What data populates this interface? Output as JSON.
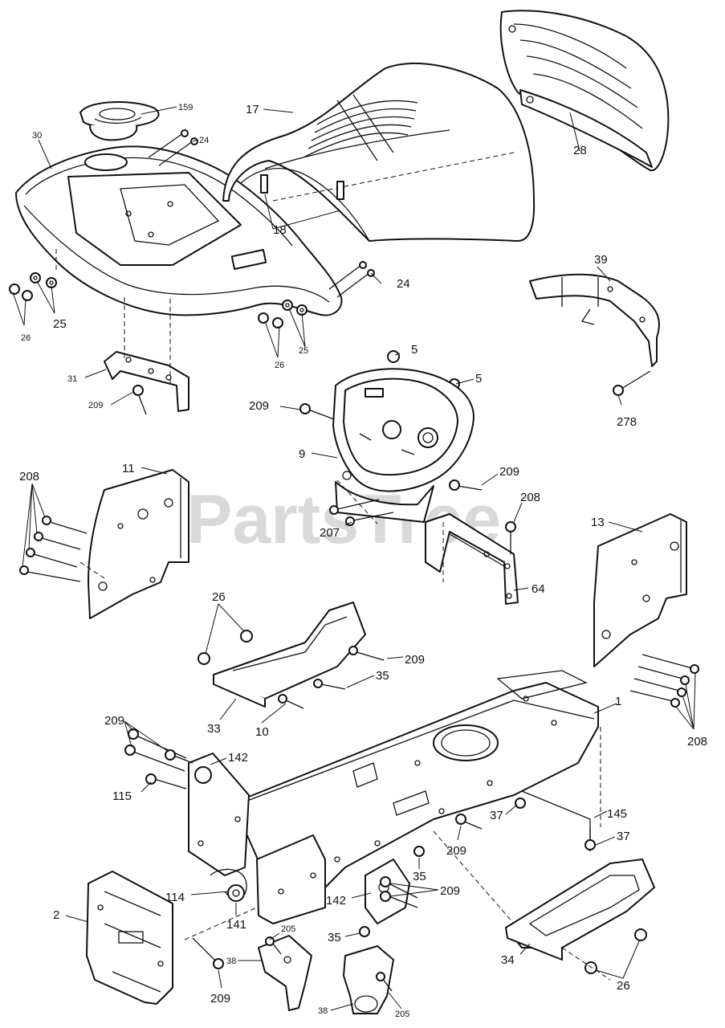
{
  "watermark": {
    "text": "PartsTree",
    "mark": "™"
  },
  "callouts": {
    "c159": "159",
    "c17": "17",
    "c28": "28",
    "c30": "30",
    "c24a": "24",
    "c24b": "24",
    "c18": "18",
    "c26a": "26",
    "c25a": "25",
    "c26b": "26",
    "c25b": "25",
    "c39": "39",
    "c5a": "5",
    "c5b": "5",
    "c31": "31",
    "c209a": "209",
    "c209b": "209",
    "c278": "278",
    "c9": "9",
    "c208a": "208",
    "c11": "11",
    "c209c": "209",
    "c208b": "208",
    "c207": "207",
    "c64": "64",
    "c13": "13",
    "c26c": "26",
    "c209d": "209",
    "c35a": "35",
    "c33": "33",
    "c10": "10",
    "c1": "1",
    "c208c": "208",
    "c209e": "209",
    "c142a": "142",
    "c115": "115",
    "c37a": "37",
    "c145": "145",
    "c37b": "37",
    "c209f": "209",
    "c35b": "35",
    "c209g": "209",
    "c142b": "142",
    "c114": "114",
    "c141": "141",
    "c2": "2",
    "c205a": "205",
    "c35c": "35",
    "c38a": "38",
    "c209h": "209",
    "c38b": "38",
    "c205b": "205",
    "c34": "34",
    "c26d": "26"
  }
}
